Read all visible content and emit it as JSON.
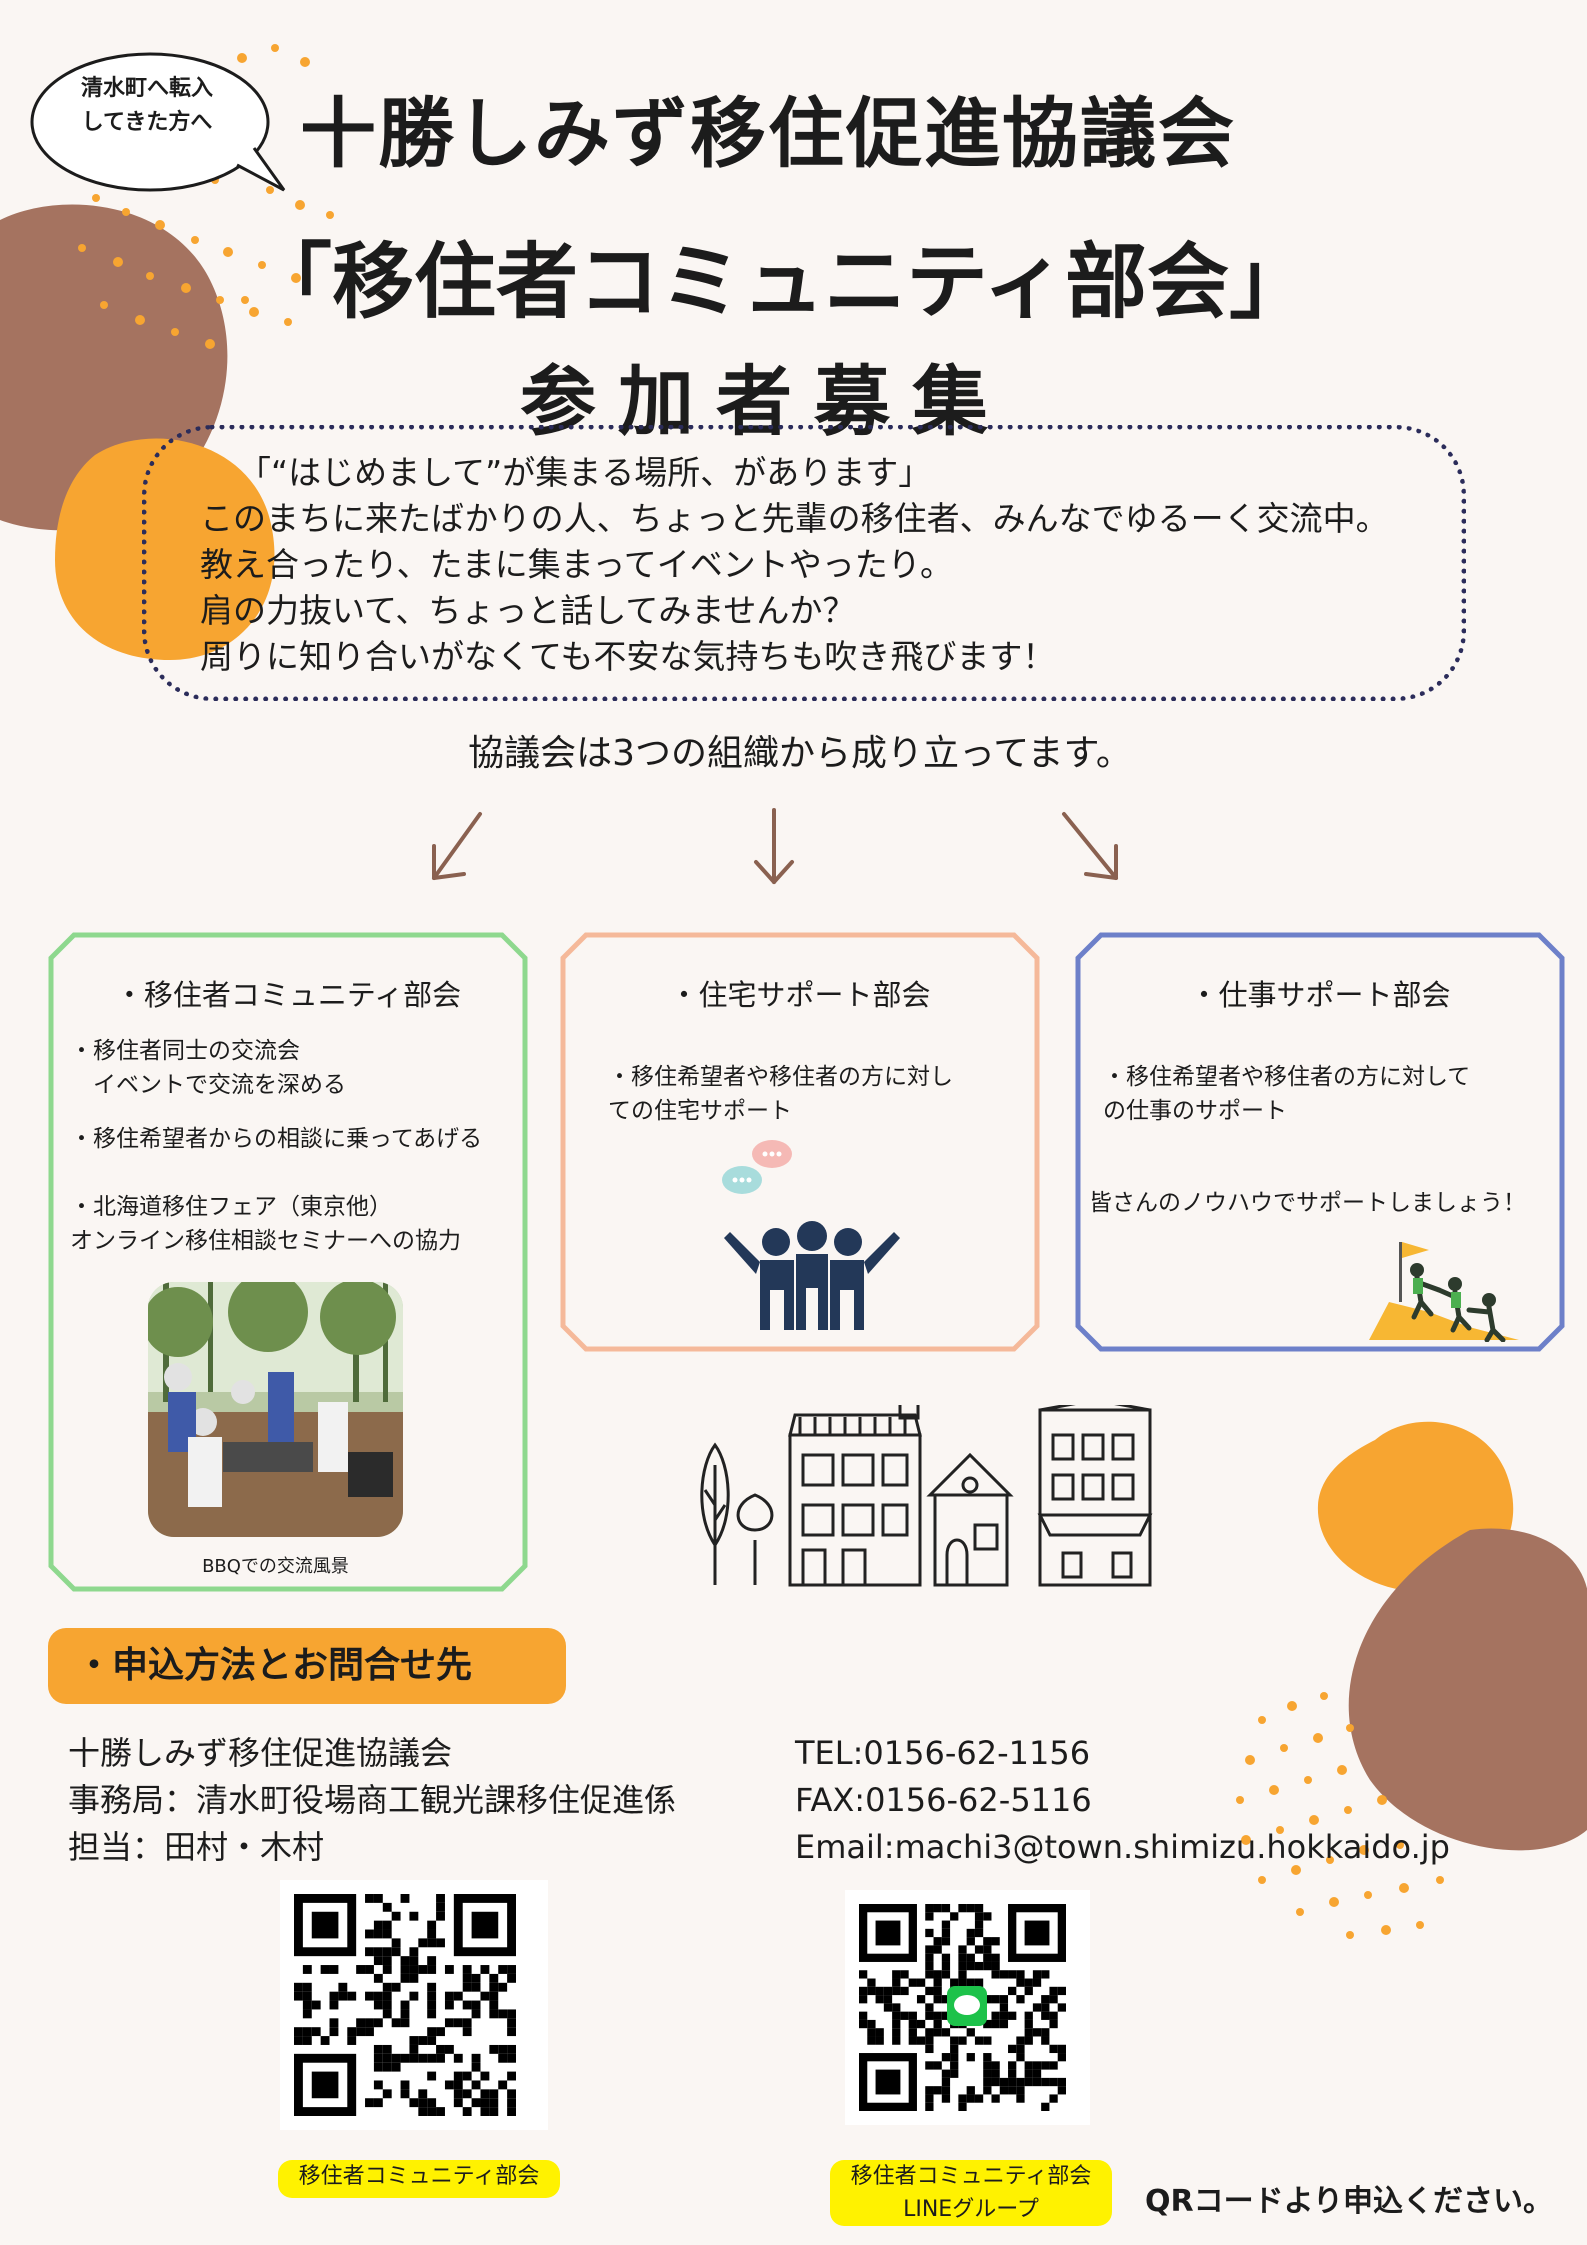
{
  "bubble": {
    "line1": "清水町へ転入",
    "line2": "してきた方へ"
  },
  "title": {
    "line1": "十勝しみず移住促進協議会",
    "line2": "「移住者コミュニティ部会」",
    "line3": "参加者募集"
  },
  "intro": {
    "lines": [
      "「“はじめまして”が集まる場所、があります」",
      "このまちに来たばかりの人、ちょっと先輩の移住者、みんなでゆるーく交流中。",
      "教え合ったり、たまに集まってイベントやったり。",
      "肩の力抜いて、ちょっと話してみませんか？",
      "周りに知り合いがなくても不安な気持ちも吹き飛びます！"
    ]
  },
  "organization_text": "協議会は3つの組織から成り立ってます。",
  "cards": [
    {
      "title": "・移住者コミュニティ部会",
      "color": "#8ed88e",
      "items": [
        "・移住者同士の交流会\n　イベントで交流を深める",
        "・移住希望者からの相談に乗ってあげる",
        "・北海道移住フェア（東京他）\nオンライン移住相談セミナーへの協力"
      ],
      "caption": "BBQでの交流風景"
    },
    {
      "title": "・住宅サポート部会",
      "color": "#f5b99a",
      "items": [
        "・移住希望者や移住者の方に対し\nての住宅サポート"
      ]
    },
    {
      "title": "・仕事サポート部会",
      "color": "#6d80c9",
      "items": [
        "・移住希望者や移住者の方に対して\nの仕事のサポート",
        "皆さんのノウハウでサポートしましょう！"
      ]
    }
  ],
  "apply": {
    "label": "・申込方法とお問合せ先",
    "org": "十勝しみず移住促進協議会",
    "office": "事務局：清水町役場商工観光課移住促進係",
    "contact": "担当：田村・木村",
    "tel": "TEL:0156-62-1156",
    "fax": "FAX:0156-62-5116",
    "email": "Email:machi3@town.shimizu.hokkaido.jp"
  },
  "qr_labels": {
    "left": "移住者コミュニティ部会",
    "right_line1": "移住者コミュニティ部会",
    "right_line2": "LINEグループ"
  },
  "footer_note": "QRコードより申込ください。",
  "colors": {
    "orange": "#f7a531",
    "brown": "#a57360",
    "navy": "#2b2c5a",
    "green": "#8ed88e",
    "peach": "#f5b99a",
    "blue": "#6d80c9",
    "highlight": "#fff200"
  }
}
